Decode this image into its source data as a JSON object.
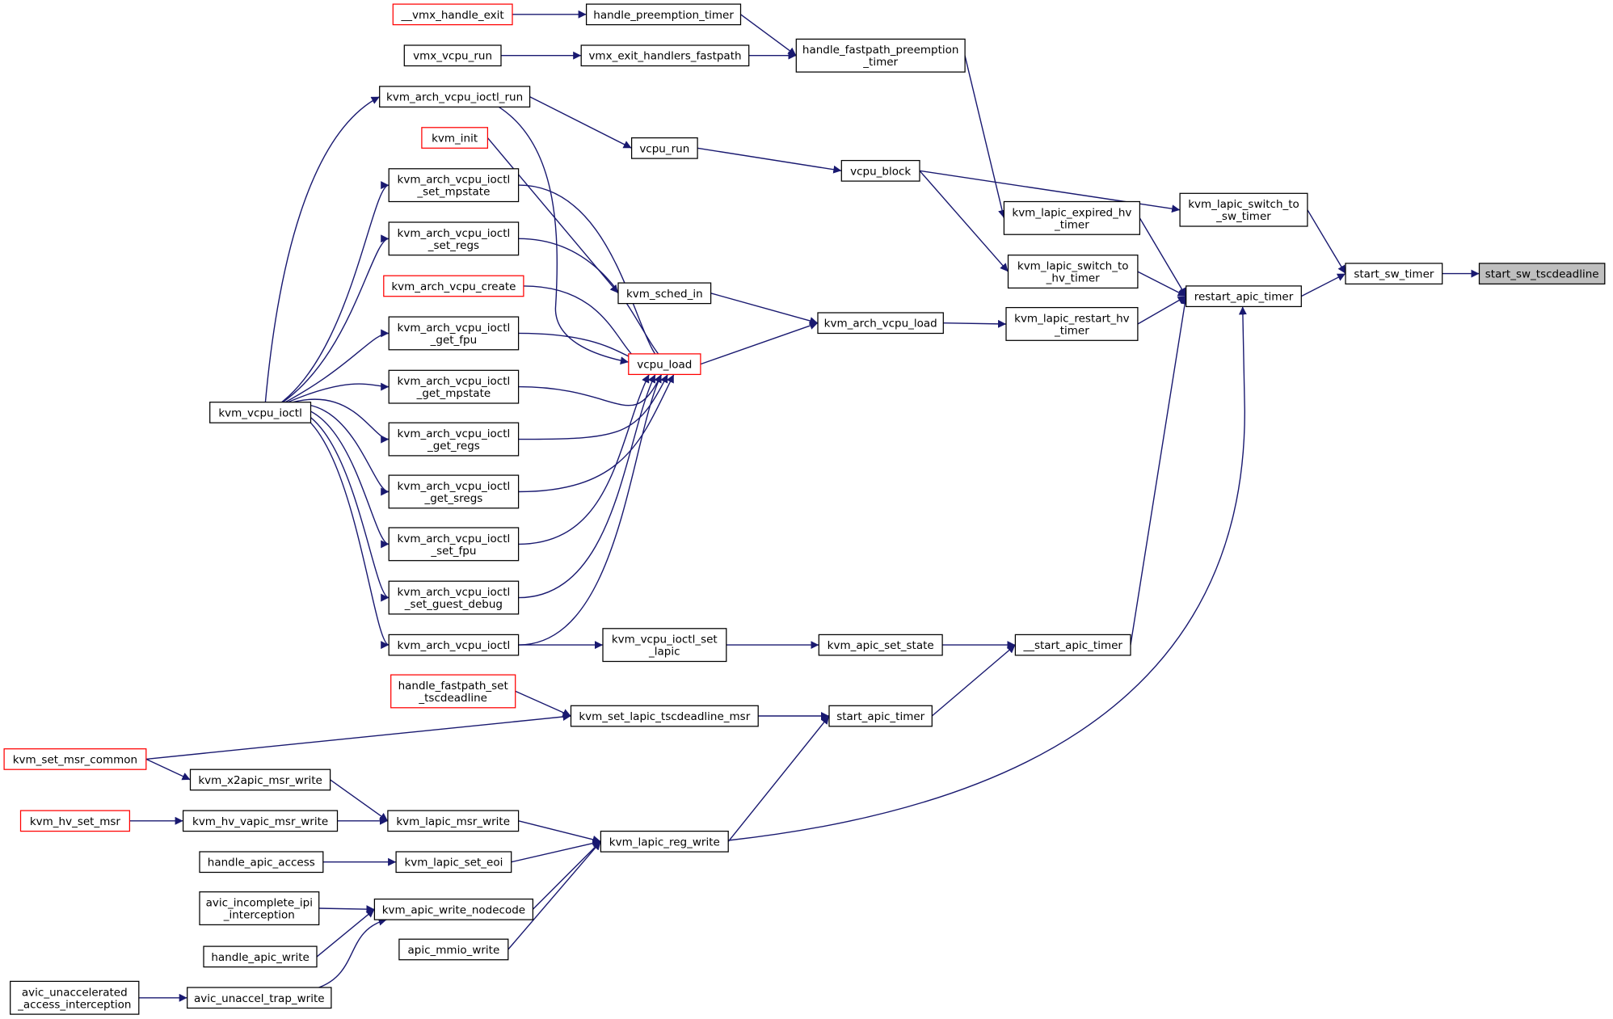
{
  "diagram": {
    "edge_color": "#191970",
    "external_border_color": "#ff0000",
    "focus_fill_color": "#bfbfbf",
    "nodes": [
      {
        "id": "n0",
        "lines": [
          "start_sw_tscdeadline"
        ],
        "style": "focus"
      },
      {
        "id": "n1",
        "lines": [
          "start_sw_timer"
        ],
        "style": "normal"
      },
      {
        "id": "n2",
        "lines": [
          "kvm_lapic_switch_to",
          "_sw_timer"
        ],
        "style": "normal"
      },
      {
        "id": "n3",
        "lines": [
          "restart_apic_timer"
        ],
        "style": "normal"
      },
      {
        "id": "n4",
        "lines": [
          "vcpu_block"
        ],
        "style": "normal"
      },
      {
        "id": "n5",
        "lines": [
          "kvm_lapic_expired_hv",
          "_timer"
        ],
        "style": "normal"
      },
      {
        "id": "n6",
        "lines": [
          "kvm_lapic_switch_to",
          "_hv_timer"
        ],
        "style": "normal"
      },
      {
        "id": "n7",
        "lines": [
          "kvm_lapic_restart_hv",
          "_timer"
        ],
        "style": "normal"
      },
      {
        "id": "n8",
        "lines": [
          "__start_apic_timer"
        ],
        "style": "normal"
      },
      {
        "id": "n9",
        "lines": [
          "kvm_lapic_reg_write"
        ],
        "style": "normal"
      },
      {
        "id": "n10",
        "lines": [
          "vcpu_run"
        ],
        "style": "normal"
      },
      {
        "id": "n11",
        "lines": [
          "handle_fastpath_preemption",
          "_timer"
        ],
        "style": "normal"
      },
      {
        "id": "n12",
        "lines": [
          "handle_preemption_timer"
        ],
        "style": "normal"
      },
      {
        "id": "n13",
        "lines": [
          "vmx_exit_handlers_fastpath"
        ],
        "style": "normal"
      },
      {
        "id": "n14",
        "lines": [
          "__vmx_handle_exit"
        ],
        "style": "ext"
      },
      {
        "id": "n15",
        "lines": [
          "vmx_vcpu_run"
        ],
        "style": "normal"
      },
      {
        "id": "n16",
        "lines": [
          "kvm_arch_vcpu_ioctl_run"
        ],
        "style": "normal"
      },
      {
        "id": "n17",
        "lines": [
          "kvm_vcpu_ioctl"
        ],
        "style": "normal"
      },
      {
        "id": "n18",
        "lines": [
          "kvm_arch_vcpu_load"
        ],
        "style": "normal"
      },
      {
        "id": "n19",
        "lines": [
          "kvm_sched_in"
        ],
        "style": "normal"
      },
      {
        "id": "n20",
        "lines": [
          "kvm_init"
        ],
        "style": "ext"
      },
      {
        "id": "n21",
        "lines": [
          "vcpu_load"
        ],
        "style": "ext"
      },
      {
        "id": "n22",
        "lines": [
          "kvm_arch_vcpu_ioctl",
          "_set_mpstate"
        ],
        "style": "normal"
      },
      {
        "id": "n23",
        "lines": [
          "kvm_arch_vcpu_ioctl",
          "_set_regs"
        ],
        "style": "normal"
      },
      {
        "id": "n24",
        "lines": [
          "kvm_arch_vcpu_create"
        ],
        "style": "ext"
      },
      {
        "id": "n25",
        "lines": [
          "kvm_arch_vcpu_ioctl",
          "_get_fpu"
        ],
        "style": "normal"
      },
      {
        "id": "n26",
        "lines": [
          "kvm_arch_vcpu_ioctl",
          "_get_mpstate"
        ],
        "style": "normal"
      },
      {
        "id": "n27",
        "lines": [
          "kvm_arch_vcpu_ioctl",
          "_get_regs"
        ],
        "style": "normal"
      },
      {
        "id": "n28",
        "lines": [
          "kvm_arch_vcpu_ioctl",
          "_get_sregs"
        ],
        "style": "normal"
      },
      {
        "id": "n29",
        "lines": [
          "kvm_arch_vcpu_ioctl",
          "_set_fpu"
        ],
        "style": "normal"
      },
      {
        "id": "n30",
        "lines": [
          "kvm_arch_vcpu_ioctl",
          "_set_guest_debug"
        ],
        "style": "normal"
      },
      {
        "id": "n31",
        "lines": [
          "kvm_arch_vcpu_ioctl"
        ],
        "style": "normal"
      },
      {
        "id": "n32",
        "lines": [
          "kvm_apic_set_state"
        ],
        "style": "normal"
      },
      {
        "id": "n33",
        "lines": [
          "kvm_vcpu_ioctl_set",
          "_lapic"
        ],
        "style": "normal"
      },
      {
        "id": "n34",
        "lines": [
          "start_apic_timer"
        ],
        "style": "normal"
      },
      {
        "id": "n35",
        "lines": [
          "kvm_set_lapic_tscdeadline_msr"
        ],
        "style": "normal"
      },
      {
        "id": "n36",
        "lines": [
          "handle_fastpath_set",
          "_tscdeadline"
        ],
        "style": "ext"
      },
      {
        "id": "n37",
        "lines": [
          "kvm_set_msr_common"
        ],
        "style": "ext"
      },
      {
        "id": "n38",
        "lines": [
          "kvm_lapic_msr_write"
        ],
        "style": "normal"
      },
      {
        "id": "n39",
        "lines": [
          "kvm_x2apic_msr_write"
        ],
        "style": "normal"
      },
      {
        "id": "n40",
        "lines": [
          "kvm_hv_vapic_msr_write"
        ],
        "style": "normal"
      },
      {
        "id": "n41",
        "lines": [
          "kvm_hv_set_msr"
        ],
        "style": "ext"
      },
      {
        "id": "n42",
        "lines": [
          "kvm_lapic_set_eoi"
        ],
        "style": "normal"
      },
      {
        "id": "n43",
        "lines": [
          "handle_apic_access"
        ],
        "style": "normal"
      },
      {
        "id": "n44",
        "lines": [
          "kvm_apic_write_nodecode"
        ],
        "style": "normal"
      },
      {
        "id": "n45",
        "lines": [
          "avic_incomplete_ipi",
          "_interception"
        ],
        "style": "normal"
      },
      {
        "id": "n46",
        "lines": [
          "handle_apic_write"
        ],
        "style": "normal"
      },
      {
        "id": "n47",
        "lines": [
          "avic_unaccel_trap_write"
        ],
        "style": "normal"
      },
      {
        "id": "n48",
        "lines": [
          "avic_unaccelerated",
          "_access_interception"
        ],
        "style": "normal"
      },
      {
        "id": "n49",
        "lines": [
          "apic_mmio_write"
        ],
        "style": "normal"
      }
    ],
    "edges": [
      {
        "from": "n1",
        "to": "n0"
      },
      {
        "from": "n2",
        "to": "n1"
      },
      {
        "from": "n3",
        "to": "n1"
      },
      {
        "from": "n4",
        "to": "n2"
      },
      {
        "from": "n5",
        "to": "n3"
      },
      {
        "from": "n6",
        "to": "n3"
      },
      {
        "from": "n7",
        "to": "n3"
      },
      {
        "from": "n8",
        "to": "n3"
      },
      {
        "from": "n9",
        "to": "n3"
      },
      {
        "from": "n10",
        "to": "n4"
      },
      {
        "from": "n11",
        "to": "n5"
      },
      {
        "from": "n4",
        "to": "n6"
      },
      {
        "from": "n18",
        "to": "n7"
      },
      {
        "from": "n12",
        "to": "n11"
      },
      {
        "from": "n13",
        "to": "n11"
      },
      {
        "from": "n14",
        "to": "n12"
      },
      {
        "from": "n15",
        "to": "n13"
      },
      {
        "from": "n16",
        "to": "n10"
      },
      {
        "from": "n17",
        "to": "n16"
      },
      {
        "from": "n19",
        "to": "n18"
      },
      {
        "from": "n21",
        "to": "n18"
      },
      {
        "from": "n20",
        "to": "n19"
      },
      {
        "from": "n16",
        "to": "n21"
      },
      {
        "from": "n22",
        "to": "n21"
      },
      {
        "from": "n23",
        "to": "n21"
      },
      {
        "from": "n24",
        "to": "n21"
      },
      {
        "from": "n25",
        "to": "n21"
      },
      {
        "from": "n26",
        "to": "n21"
      },
      {
        "from": "n27",
        "to": "n21"
      },
      {
        "from": "n28",
        "to": "n21"
      },
      {
        "from": "n29",
        "to": "n21"
      },
      {
        "from": "n30",
        "to": "n21"
      },
      {
        "from": "n31",
        "to": "n21"
      },
      {
        "from": "n17",
        "to": "n22"
      },
      {
        "from": "n17",
        "to": "n23"
      },
      {
        "from": "n17",
        "to": "n25"
      },
      {
        "from": "n17",
        "to": "n26"
      },
      {
        "from": "n17",
        "to": "n27"
      },
      {
        "from": "n17",
        "to": "n28"
      },
      {
        "from": "n17",
        "to": "n29"
      },
      {
        "from": "n17",
        "to": "n30"
      },
      {
        "from": "n17",
        "to": "n31"
      },
      {
        "from": "n31",
        "to": "n33"
      },
      {
        "from": "n33",
        "to": "n32"
      },
      {
        "from": "n32",
        "to": "n8"
      },
      {
        "from": "n34",
        "to": "n8"
      },
      {
        "from": "n35",
        "to": "n34"
      },
      {
        "from": "n9",
        "to": "n34"
      },
      {
        "from": "n36",
        "to": "n35"
      },
      {
        "from": "n37",
        "to": "n35"
      },
      {
        "from": "n37",
        "to": "n39"
      },
      {
        "from": "n39",
        "to": "n38"
      },
      {
        "from": "n40",
        "to": "n38"
      },
      {
        "from": "n41",
        "to": "n40"
      },
      {
        "from": "n38",
        "to": "n9"
      },
      {
        "from": "n42",
        "to": "n9"
      },
      {
        "from": "n44",
        "to": "n9"
      },
      {
        "from": "n49",
        "to": "n9"
      },
      {
        "from": "n43",
        "to": "n42"
      },
      {
        "from": "n45",
        "to": "n44"
      },
      {
        "from": "n46",
        "to": "n44"
      },
      {
        "from": "n47",
        "to": "n44"
      },
      {
        "from": "n48",
        "to": "n47"
      }
    ]
  }
}
